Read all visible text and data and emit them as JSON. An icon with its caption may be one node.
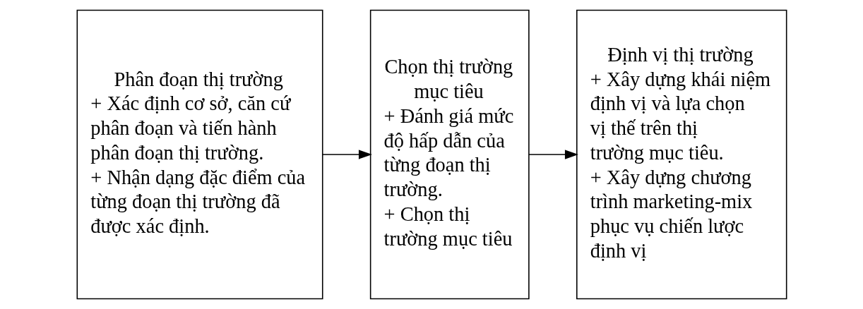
{
  "diagram": {
    "nodes": [
      {
        "text": [
          "Phân đoạn thị trường",
          "+ Xác định cơ sở, căn cứ phân đoạn và tiến hành phân đoạn thị trường.",
          "+ Nhận dạng đặc điểm của từng đoạn thị trường đã được xác định."
        ]
      },
      {
        "text": [
          "Chọn thị trường mục tiêu",
          "+ Đánh giá mức độ hấp dẫn của từng đoạn thị trường.",
          "+ Chọn thị trường mục tiêu"
        ]
      },
      {
        "text": [
          "Định vị thị trường",
          "+ Xây dựng khái niệm định vị và lựa chọn vị thế trên thị trường mục tiêu.",
          "+ Xây dựng chương trình marketing-mix phục vụ chiến lược định vị"
        ]
      }
    ],
    "edges": [
      {
        "from": 0,
        "to": 1,
        "arrow": "to"
      },
      {
        "from": 1,
        "to": 2,
        "arrow": "to"
      }
    ]
  }
}
